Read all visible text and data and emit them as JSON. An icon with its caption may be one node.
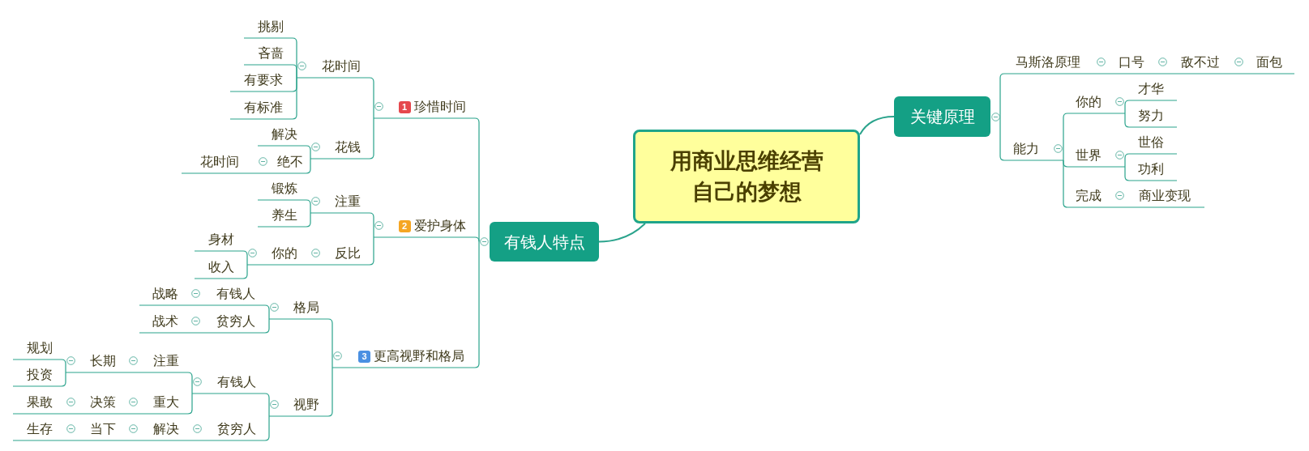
{
  "diagram": {
    "nodes": [
      {
        "text": [
          "用商业思维经营自己的梦想"
        ]
      },
      {
        "text": [
          "有钱人特点"
        ]
      },
      {
        "text": [
          "1",
          "珍惜时间"
        ]
      },
      {
        "text": [
          "花时间"
        ]
      },
      {
        "text": [
          "挑剔"
        ]
      },
      {
        "text": [
          "吝啬"
        ]
      },
      {
        "text": [
          "有要求"
        ]
      },
      {
        "text": [
          "有标准"
        ]
      },
      {
        "text": [
          "花钱"
        ]
      },
      {
        "text": [
          "解决"
        ]
      },
      {
        "text": [
          "绝不"
        ]
      },
      {
        "text": [
          "花时间"
        ]
      },
      {
        "text": [
          "2",
          "爱护身体"
        ]
      },
      {
        "text": [
          "注重"
        ]
      },
      {
        "text": [
          "锻炼"
        ]
      },
      {
        "text": [
          "养生"
        ]
      },
      {
        "text": [
          "反比"
        ]
      },
      {
        "text": [
          "你的"
        ]
      },
      {
        "text": [
          "身材"
        ]
      },
      {
        "text": [
          "收入"
        ]
      },
      {
        "text": [
          "3",
          "更高视野和格局"
        ]
      },
      {
        "text": [
          "格局"
        ]
      },
      {
        "text": [
          "有钱人"
        ]
      },
      {
        "text": [
          "战略"
        ]
      },
      {
        "text": [
          "贫穷人"
        ]
      },
      {
        "text": [
          "战术"
        ]
      },
      {
        "text": [
          "视野"
        ]
      },
      {
        "text": [
          "有钱人"
        ]
      },
      {
        "text": [
          "注重"
        ]
      },
      {
        "text": [
          "长期"
        ]
      },
      {
        "text": [
          "规划"
        ]
      },
      {
        "text": [
          "投资"
        ]
      },
      {
        "text": [
          "重大"
        ]
      },
      {
        "text": [
          "决策"
        ]
      },
      {
        "text": [
          "果敢"
        ]
      },
      {
        "text": [
          "贫穷人"
        ]
      },
      {
        "text": [
          "解决"
        ]
      },
      {
        "text": [
          "当下"
        ]
      },
      {
        "text": [
          "生存"
        ]
      },
      {
        "text": [
          "关键原理"
        ]
      },
      {
        "text": [
          "马斯洛原理"
        ]
      },
      {
        "text": [
          "口号"
        ]
      },
      {
        "text": [
          "敌不过"
        ]
      },
      {
        "text": [
          "面包"
        ]
      },
      {
        "text": [
          "能力"
        ]
      },
      {
        "text": [
          "你的"
        ]
      },
      {
        "text": [
          "才华"
        ]
      },
      {
        "text": [
          "努力"
        ]
      },
      {
        "text": [
          "世界"
        ]
      },
      {
        "text": [
          "世俗"
        ]
      },
      {
        "text": [
          "功利"
        ]
      },
      {
        "text": [
          "完成"
        ]
      },
      {
        "text": [
          "商业变现"
        ]
      }
    ],
    "edges": [
      {
        "from": 0,
        "to": 1,
        "arrow": "none"
      },
      {
        "from": 1,
        "to": 2,
        "arrow": "none"
      },
      {
        "from": 2,
        "to": 3,
        "arrow": "none"
      },
      {
        "from": 3,
        "to": 4,
        "arrow": "none"
      },
      {
        "from": 3,
        "to": 5,
        "arrow": "none"
      },
      {
        "from": 3,
        "to": 6,
        "arrow": "none"
      },
      {
        "from": 3,
        "to": 7,
        "arrow": "none"
      },
      {
        "from": 2,
        "to": 8,
        "arrow": "none"
      },
      {
        "from": 8,
        "to": 9,
        "arrow": "none"
      },
      {
        "from": 8,
        "to": 10,
        "arrow": "none"
      },
      {
        "from": 10,
        "to": 11,
        "arrow": "none"
      },
      {
        "from": 1,
        "to": 12,
        "arrow": "none"
      },
      {
        "from": 12,
        "to": 13,
        "arrow": "none"
      },
      {
        "from": 13,
        "to": 14,
        "arrow": "none"
      },
      {
        "from": 13,
        "to": 15,
        "arrow": "none"
      },
      {
        "from": 12,
        "to": 16,
        "arrow": "none"
      },
      {
        "from": 16,
        "to": 17,
        "arrow": "none"
      },
      {
        "from": 17,
        "to": 18,
        "arrow": "none"
      },
      {
        "from": 17,
        "to": 19,
        "arrow": "none"
      },
      {
        "from": 1,
        "to": 20,
        "arrow": "none"
      },
      {
        "from": 20,
        "to": 21,
        "arrow": "none"
      },
      {
        "from": 21,
        "to": 22,
        "arrow": "none"
      },
      {
        "from": 22,
        "to": 23,
        "arrow": "none"
      },
      {
        "from": 21,
        "to": 24,
        "arrow": "none"
      },
      {
        "from": 24,
        "to": 25,
        "arrow": "none"
      },
      {
        "from": 20,
        "to": 26,
        "arrow": "none"
      },
      {
        "from": 26,
        "to": 27,
        "arrow": "none"
      },
      {
        "from": 27,
        "to": 28,
        "arrow": "none"
      },
      {
        "from": 28,
        "to": 29,
        "arrow": "none"
      },
      {
        "from": 29,
        "to": 30,
        "arrow": "none"
      },
      {
        "from": 29,
        "to": 31,
        "arrow": "none"
      },
      {
        "from": 27,
        "to": 32,
        "arrow": "none"
      },
      {
        "from": 32,
        "to": 33,
        "arrow": "none"
      },
      {
        "from": 33,
        "to": 34,
        "arrow": "none"
      },
      {
        "from": 26,
        "to": 35,
        "arrow": "none"
      },
      {
        "from": 35,
        "to": 36,
        "arrow": "none"
      },
      {
        "from": 36,
        "to": 37,
        "arrow": "none"
      },
      {
        "from": 37,
        "to": 38,
        "arrow": "none"
      },
      {
        "from": 0,
        "to": 39,
        "arrow": "none"
      },
      {
        "from": 39,
        "to": 40,
        "arrow": "none"
      },
      {
        "from": 40,
        "to": 41,
        "arrow": "none"
      },
      {
        "from": 41,
        "to": 42,
        "arrow": "none"
      },
      {
        "from": 42,
        "to": 43,
        "arrow": "none"
      },
      {
        "from": 39,
        "to": 44,
        "arrow": "none"
      },
      {
        "from": 44,
        "to": 45,
        "arrow": "none"
      },
      {
        "from": 45,
        "to": 46,
        "arrow": "none"
      },
      {
        "from": 45,
        "to": 47,
        "arrow": "none"
      },
      {
        "from": 44,
        "to": 48,
        "arrow": "none"
      },
      {
        "from": 48,
        "to": 49,
        "arrow": "none"
      },
      {
        "from": 48,
        "to": 50,
        "arrow": "none"
      },
      {
        "from": 44,
        "to": 51,
        "arrow": "none"
      },
      {
        "from": 51,
        "to": 52,
        "arrow": "none"
      }
    ]
  }
}
